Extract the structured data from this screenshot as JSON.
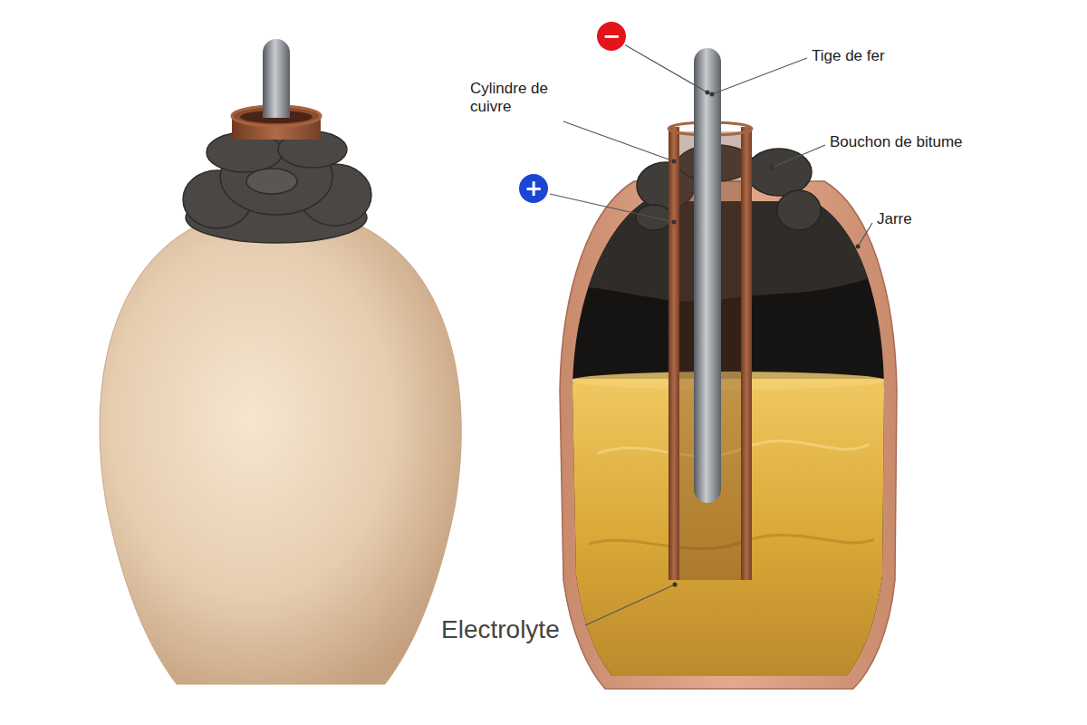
{
  "diagram": {
    "nodes": [
      {
        "text": [
          "−"
        ]
      },
      {
        "text": [
          "+"
        ]
      }
    ],
    "labels": [
      "Tige de fer",
      "Cylindre de cuivre",
      "Bouchon de bitume",
      "Jarre",
      "Electrolyte"
    ]
  }
}
